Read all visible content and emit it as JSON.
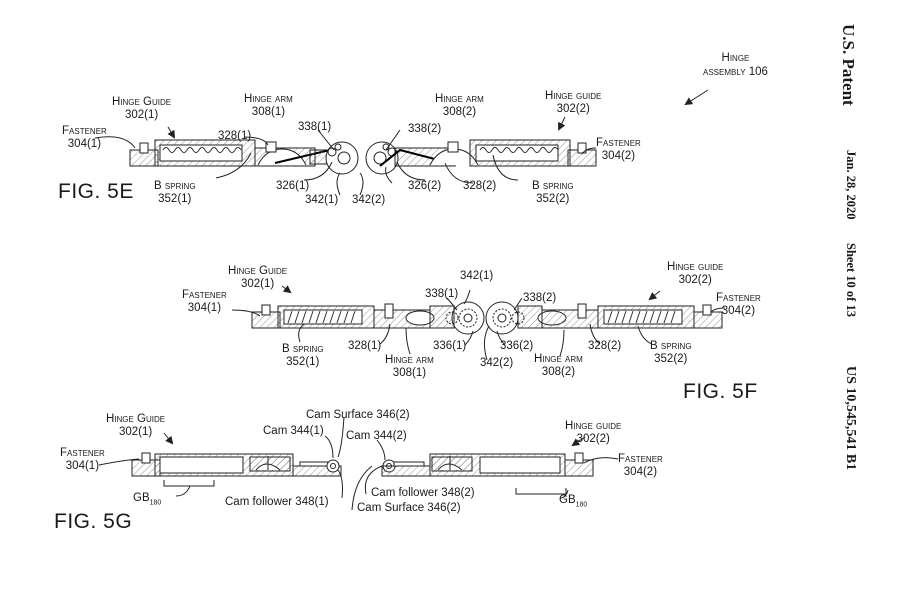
{
  "header": {
    "publication": "U.S. Patent",
    "date": "Jan. 28, 2020",
    "sheet": "Sheet 10 of 13",
    "patent_number": "US 10,545,541 B1"
  },
  "assembly_label": {
    "name": "Hinge",
    "sub": "assembly 106"
  },
  "figures": {
    "fig5e": {
      "title": "FIG. 5E",
      "labels": {
        "hinge_guide_1": [
          "Hinge Guide",
          "302(1)"
        ],
        "fastener_1": [
          "Fastener",
          "304(1)"
        ],
        "hinge_arm_1": [
          "Hinge arm",
          "308(1)"
        ],
        "l328_1": "328(1)",
        "l338_1": "338(1)",
        "b_spring_1": [
          "B spring",
          "352(1)"
        ],
        "l326_1": "326(1)",
        "l342_1": "342(1)",
        "l342_2": "342(2)",
        "l326_2": "326(2)",
        "l328_2": "328(2)",
        "l338_2": "338(2)",
        "hinge_arm_2": [
          "Hinge arm",
          "308(2)"
        ],
        "hinge_guide_2": [
          "Hinge guide",
          "302(2)"
        ],
        "fastener_2": [
          "Fastener",
          "304(2)"
        ],
        "b_spring_2": [
          "B spring",
          "352(2)"
        ]
      }
    },
    "fig5f": {
      "title": "FIG. 5F",
      "labels": {
        "hinge_guide_1": [
          "Hinge Guide",
          "302(1)"
        ],
        "fastener_1": [
          "Fastener",
          "304(1)"
        ],
        "b_spring_1": [
          "B spring",
          "352(1)"
        ],
        "l328_1": "328(1)",
        "hinge_arm_1": [
          "Hinge arm",
          "308(1)"
        ],
        "l338_1": "338(1)",
        "l342_1": "342(1)",
        "l336_1": "336(1)",
        "l336_2": "336(2)",
        "l342_2": "342(2)",
        "l338_2": "338(2)",
        "hinge_arm_2": [
          "Hinge arm",
          "308(2)"
        ],
        "l328_2": "328(2)",
        "b_spring_2": [
          "B spring",
          "352(2)"
        ],
        "hinge_guide_2": [
          "Hinge guide",
          "302(2)"
        ],
        "fastener_2": [
          "Fastener",
          "304(2)"
        ]
      }
    },
    "fig5g": {
      "title": "FIG. 5G",
      "labels": {
        "hinge_guide_1": [
          "Hinge Guide",
          "302(1)"
        ],
        "fastener_1": [
          "Fastener",
          "304(1)"
        ],
        "gb_1": [
          "GB",
          "180"
        ],
        "cam_1": "Cam 344(1)",
        "cam_surface_top": "Cam Surface 346(2)",
        "cam_2": "Cam 344(2)",
        "cam_follower_1": "Cam follower 348(1)",
        "cam_follower_2": "Cam follower 348(2)",
        "cam_surface_bottom": "Cam Surface 346(2)",
        "hinge_guide_2": [
          "Hinge guide",
          "302(2)"
        ],
        "fastener_2": [
          "Fastener",
          "304(2)"
        ],
        "gb_2": [
          "GB",
          "180"
        ]
      }
    }
  }
}
